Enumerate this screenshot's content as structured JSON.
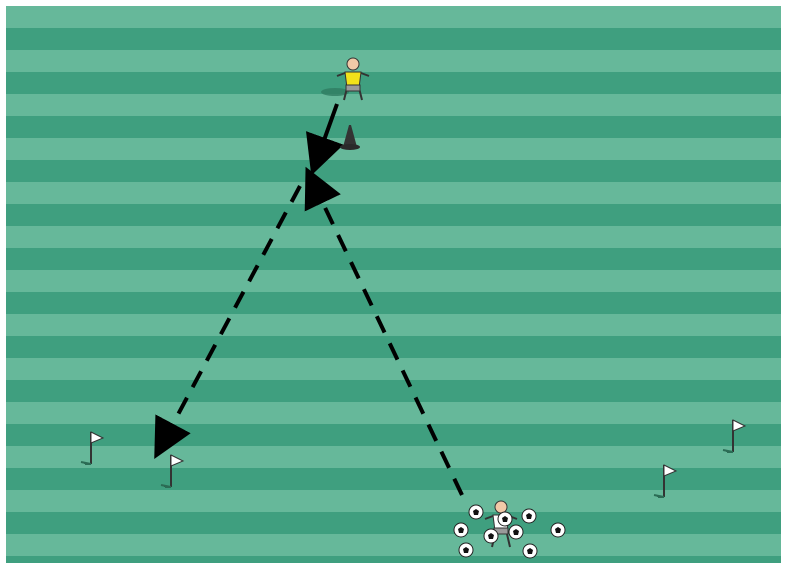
{
  "diagram": {
    "field": {
      "stripe_light": "#66b89a",
      "stripe_dark": "#3f9f7f",
      "border_color": "#ffffff"
    },
    "elements": [
      {
        "id": "player-top",
        "kind": "player",
        "jersey": "yellow"
      },
      {
        "id": "cone",
        "kind": "cone"
      },
      {
        "id": "player-server",
        "kind": "player",
        "jersey": "white"
      },
      {
        "id": "ball-pile",
        "kind": "balls",
        "count": 9
      },
      {
        "id": "flag-left-1",
        "kind": "flag"
      },
      {
        "id": "flag-left-2",
        "kind": "flag"
      },
      {
        "id": "flag-right-1",
        "kind": "flag"
      },
      {
        "id": "flag-right-2",
        "kind": "flag"
      }
    ],
    "paths": [
      {
        "id": "solid-pass",
        "style": "solid",
        "from": "player-top",
        "to": "cone-side"
      },
      {
        "id": "dashed-serve",
        "style": "dashed",
        "from": "player-server",
        "to": "player-top"
      },
      {
        "id": "dashed-left",
        "style": "dashed",
        "from": "player-top",
        "to": "left-goal"
      }
    ],
    "colors": {
      "arrow": "#000000",
      "cone": "#333333",
      "jersey_yellow": "#f2e21b",
      "jersey_white": "#ffffff",
      "shorts": "#9a9a9a",
      "flag": "#ffffff"
    }
  }
}
